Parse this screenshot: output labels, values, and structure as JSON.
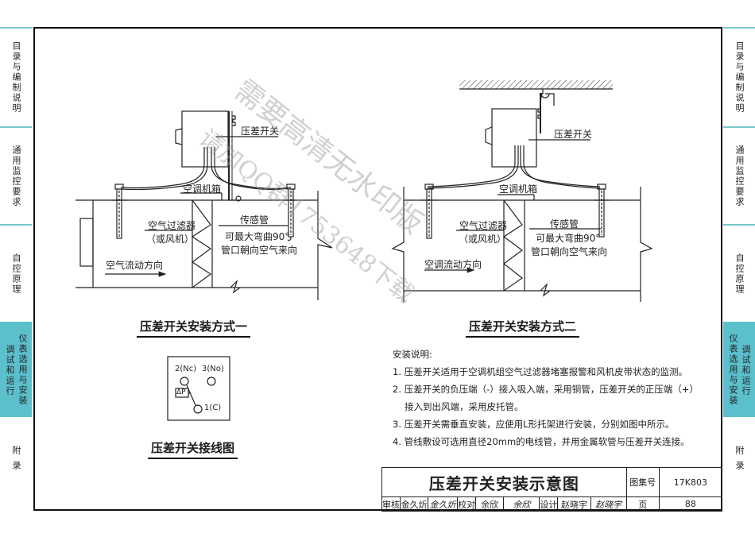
{
  "sidebar": {
    "sections": [
      {
        "label": "目录与编制说明",
        "cols": [
          "目录与编制说明"
        ],
        "active": false
      },
      {
        "label": "通用监控要求",
        "cols": [
          "通用监控要求"
        ],
        "active": false
      },
      {
        "label": "自控原理",
        "cols": [
          "自控原理"
        ],
        "active": false
      },
      {
        "label": "仪表选用与安装调试和运行",
        "cols_left": [
          "调试和运行",
          "仪表选用与安装"
        ],
        "active": true
      },
      {
        "label": "附录",
        "cols": [
          "附录"
        ],
        "active": false
      }
    ],
    "active_color": "#5bbfcc",
    "divider_color": "#7cc6cf"
  },
  "diagram1": {
    "title": "压差开关安装方式一",
    "switch_label": "压差开关",
    "box_label": "空调机箱",
    "filter_label": "空气过滤器",
    "filter_sub": "（或风机）",
    "sensor_label": "传感管",
    "sensor_note1": "可最大弯曲90°",
    "sensor_note2": "管口朝向空气来向",
    "flow_label": "空气流动方向"
  },
  "diagram2": {
    "title": "压差开关安装方式二",
    "switch_label": "压差开关",
    "box_label": "空调机箱",
    "filter_label": "空气过滤器",
    "filter_sub": "（或风机）",
    "sensor_label": "传感管",
    "sensor_note1": "可最大弯曲90°",
    "sensor_note2": "管口朝向空气来向",
    "flow_label": "空调流动方向"
  },
  "wiring": {
    "title": "压差开关接线图",
    "terminal_nc": "2(Nc)",
    "terminal_no": "3(No)",
    "terminal_c": "1(C)",
    "dp_label": "ΔP"
  },
  "notes": {
    "heading": "安装说明:",
    "items": [
      "1. 压差开关适用于空调机组空气过滤器堵塞报警和风机皮带状态的监测。",
      "2. 压差开关的负压端（-）接入吸入端，采用铜管，压差开关的正压端（+）",
      "接入到出风端，采用皮托管。",
      "3. 压差开关需垂直安装，应使用L形托架进行安装，分别如图中所示。",
      "4. 管线敷设可选用直径20mm的电线管，并用金属软管与压差开关连接。"
    ]
  },
  "title_block": {
    "drawing_title": "压差开关安装示意图",
    "atlas_no_label": "图集号",
    "atlas_no": "17K803",
    "page_label": "页",
    "page_no": "88",
    "review_label": "审核",
    "reviewer": "金久炘",
    "reviewer_sign": "金久炘",
    "check_label": "校对",
    "checker": "余欣",
    "checker_sign": "余欣",
    "design_label": "设计",
    "designer": "赵晓宇",
    "designer_sign": "赵晓宇"
  },
  "watermark": {
    "line1": "需要高清无水印版",
    "line2": "请加QQ群1753648下载"
  }
}
